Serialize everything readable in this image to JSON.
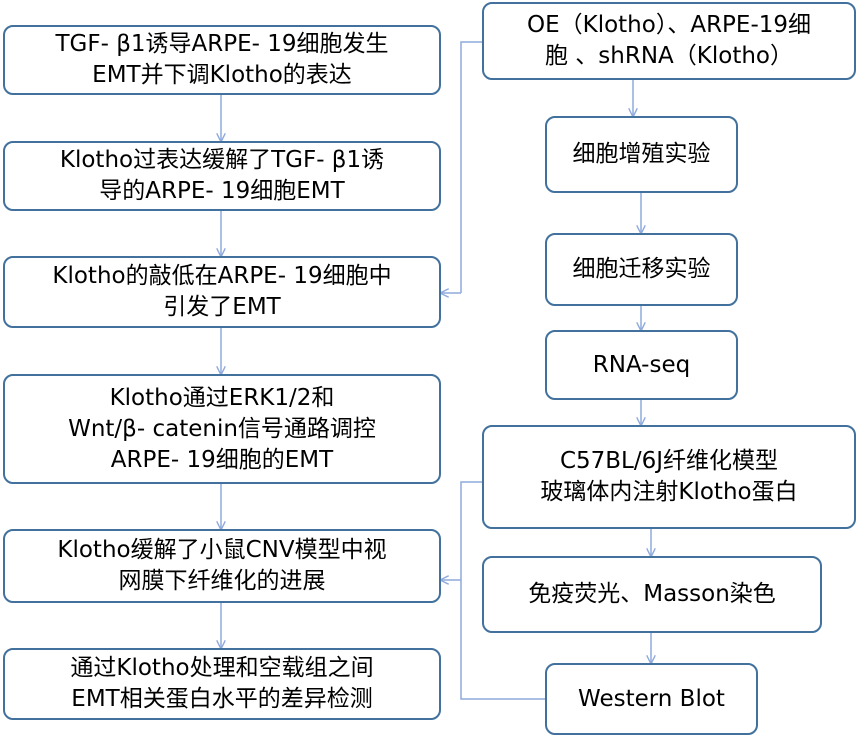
{
  "colors": {
    "box_border": "#41719c",
    "connector": "#8faadc",
    "text": "#000000"
  },
  "left_column": [
    {
      "id": "l1",
      "text": "TGF- β1诱导ARPE- 19细胞发生\nEMT并下调Klotho的表达"
    },
    {
      "id": "l2",
      "text": "Klotho过表达缓解了TGF- β1诱\n导的ARPE- 19细胞EMT"
    },
    {
      "id": "l3",
      "text": "Klotho的敲低在ARPE- 19细胞中\n引发了EMT"
    },
    {
      "id": "l4",
      "text": "Klotho通过ERK1/2和\nWnt/β- catenin信号通路调控\nARPE- 19细胞的EMT"
    },
    {
      "id": "l5",
      "text": "Klotho缓解了小鼠CNV模型中视\n网膜下纤维化的进展"
    },
    {
      "id": "l6",
      "text": "通过Klotho处理和空载组之间\nEMT相关蛋白水平的差异检测"
    }
  ],
  "right_column": [
    {
      "id": "r1",
      "text": "OE（Klotho）、ARPE-19细\n胞 、shRNA（Klotho）"
    },
    {
      "id": "r2",
      "text": "细胞增殖实验"
    },
    {
      "id": "r3",
      "text": "细胞迁移实验"
    },
    {
      "id": "r4",
      "text": "RNA-seq"
    },
    {
      "id": "r5",
      "text": "C57BL/6J纤维化模型\n玻璃体内注射Klotho蛋白"
    },
    {
      "id": "r6",
      "text": "免疫荧光、Masson染色"
    },
    {
      "id": "r7",
      "text": "Western Blot"
    }
  ]
}
